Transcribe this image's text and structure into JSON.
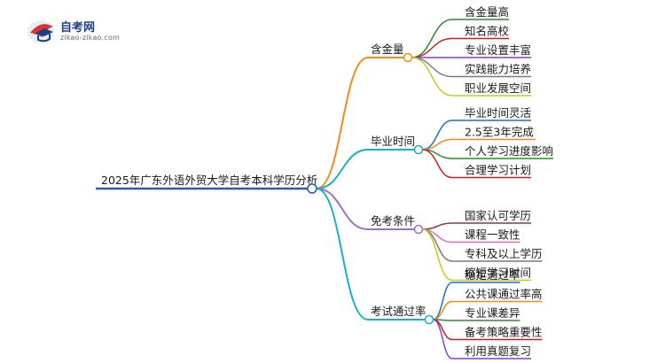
{
  "logo": {
    "title": "自考网",
    "subtitle": "zikao-zikao.com"
  },
  "root": "2025年广东外语外贸大学自考本科学历分析",
  "branches": [
    {
      "label": "含金量",
      "color": "#f08a1c",
      "items": [
        {
          "label": "含金量高",
          "color": "#2e8b2e"
        },
        {
          "label": "知名高校",
          "color": "#c81e1e"
        },
        {
          "label": "专业设置丰富",
          "color": "#8a3fc4"
        },
        {
          "label": "实践能力培养",
          "color": "#7a7a7a"
        },
        {
          "label": "职业发展空间",
          "color": "#c8c81e"
        }
      ]
    },
    {
      "label": "毕业时间",
      "color": "#1ab0c8",
      "items": [
        {
          "label": "毕业时间灵活",
          "color": "#1e6fc8"
        },
        {
          "label": "2.5至3年完成",
          "color": "#f08a1c"
        },
        {
          "label": "个人学习进度影响",
          "color": "#2e8b2e"
        },
        {
          "label": "合理学习计划",
          "color": "#c81e1e"
        }
      ]
    },
    {
      "label": "免考条件",
      "color": "#9b6fd0",
      "items": [
        {
          "label": "国家认可学历",
          "color": "#8b3a3a"
        },
        {
          "label": "课程一致性",
          "color": "#e06fb0"
        },
        {
          "label": "专科及以上学历",
          "color": "#7a7a7a"
        },
        {
          "label": "缩短学习时间",
          "color": "#c8c81e"
        }
      ]
    },
    {
      "label": "考试通过率",
      "color": "#1ab0c8",
      "items": [
        {
          "label": "稳定通过率",
          "color": "#1e6fc8"
        },
        {
          "label": "公共课通过率高",
          "color": "#f08a1c"
        },
        {
          "label": "专业课差异",
          "color": "#2e8b2e"
        },
        {
          "label": "备考策略重要性",
          "color": "#c81e1e"
        },
        {
          "label": "利用真题复习",
          "color": "#8a3fc4"
        }
      ]
    }
  ]
}
